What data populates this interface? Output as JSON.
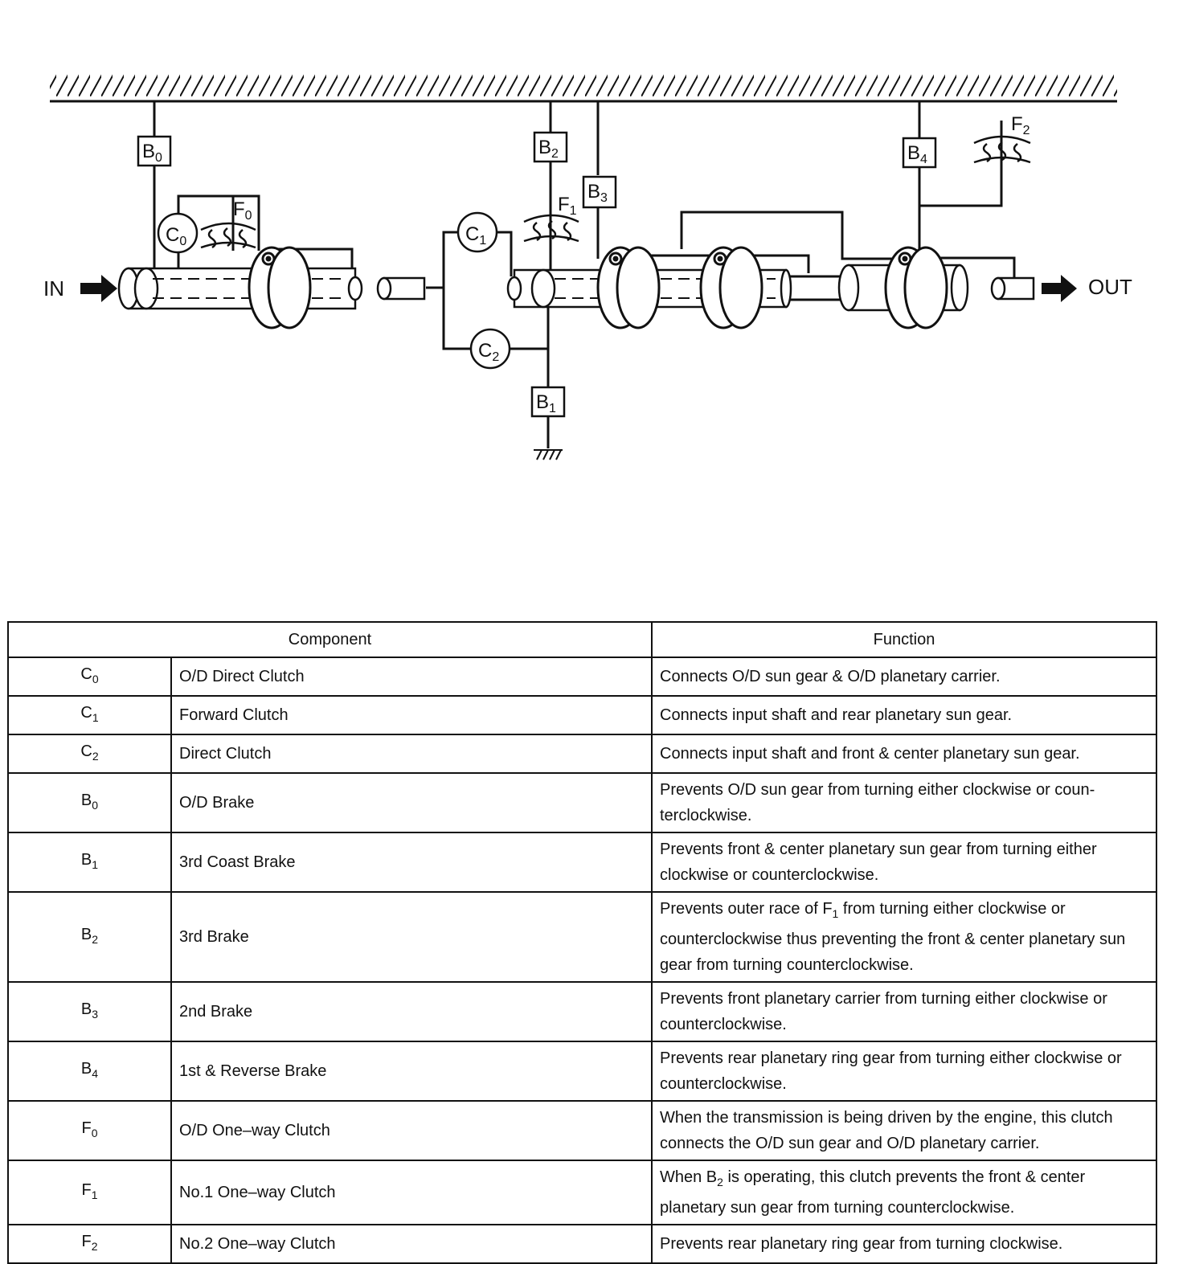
{
  "diagram": {
    "input_label": "IN",
    "output_label": "OUT",
    "elements": [
      {
        "key": "B0",
        "base": "B",
        "sub": "0"
      },
      {
        "key": "C0",
        "base": "C",
        "sub": "0"
      },
      {
        "key": "F0",
        "base": "F",
        "sub": "0"
      },
      {
        "key": "C1",
        "base": "C",
        "sub": "1"
      },
      {
        "key": "C2",
        "base": "C",
        "sub": "2"
      },
      {
        "key": "B1",
        "base": "B",
        "sub": "1"
      },
      {
        "key": "B2",
        "base": "B",
        "sub": "2"
      },
      {
        "key": "F1",
        "base": "F",
        "sub": "1"
      },
      {
        "key": "B3",
        "base": "B",
        "sub": "3"
      },
      {
        "key": "B4",
        "base": "B",
        "sub": "4"
      },
      {
        "key": "F2",
        "base": "F",
        "sub": "2"
      }
    ]
  },
  "table": {
    "headers": {
      "component": "Component",
      "function": "Function"
    },
    "rows": [
      {
        "base": "C",
        "sub": "0",
        "name": "O/D Direct Clutch",
        "function": "Connects O/D sun gear & O/D planetary carrier."
      },
      {
        "base": "C",
        "sub": "1",
        "name": "Forward Clutch",
        "function": "Connects input shaft and rear planetary sun gear."
      },
      {
        "base": "C",
        "sub": "2",
        "name": "Direct Clutch",
        "function": "Connects input shaft and front & center planetary sun gear."
      },
      {
        "base": "B",
        "sub": "0",
        "name": "O/D Brake",
        "function": "Prevents O/D sun gear from turning either clockwise or coun-terclockwise."
      },
      {
        "base": "B",
        "sub": "1",
        "name": "3rd Coast Brake",
        "function": "Prevents front & center planetary sun gear from turning either clockwise or counterclockwise."
      },
      {
        "base": "B",
        "sub": "2",
        "name": "3rd Brake",
        "function_parts": [
          "Prevents outer race of F",
          "1",
          " from turning either clockwise or counterclockwise thus preventing the front & center planetary sun gear from turning counterclockwise."
        ]
      },
      {
        "base": "B",
        "sub": "3",
        "name": "2nd Brake",
        "function": "Prevents front planetary carrier from turning either clockwise or counterclockwise."
      },
      {
        "base": "B",
        "sub": "4",
        "name": "1st & Reverse Brake",
        "function": "Prevents rear planetary ring gear from turning either clockwise or counterclockwise."
      },
      {
        "base": "F",
        "sub": "0",
        "name": "O/D One–way Clutch",
        "function": "When the transmission is being driven by the engine, this clutch connects the O/D sun gear and O/D planetary carrier."
      },
      {
        "base": "F",
        "sub": "1",
        "name": "No.1 One–way Clutch",
        "function_parts": [
          "When B",
          "2",
          " is operating, this clutch prevents the front & center planetary sun gear from turning counterclockwise."
        ]
      },
      {
        "base": "F",
        "sub": "2",
        "name": "No.2 One–way Clutch",
        "function": "Prevents rear planetary ring gear from turning clockwise."
      }
    ]
  }
}
